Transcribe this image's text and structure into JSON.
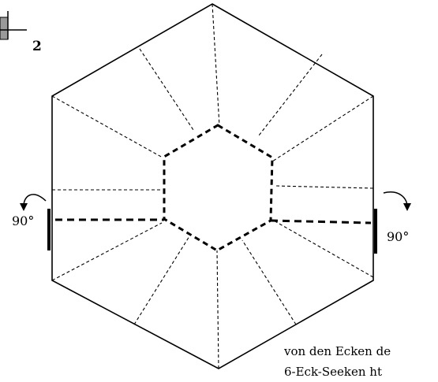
{
  "step": {
    "number": "2"
  },
  "rotation_labels": {
    "left": "90°",
    "right": "90°"
  },
  "caption": {
    "line1": "von den Ecken de",
    "line2": "6-Eck-Seeken ht"
  },
  "colors": {
    "line": "#000000",
    "background": "#ffffff",
    "tab_fill": "#9a9a9a"
  }
}
